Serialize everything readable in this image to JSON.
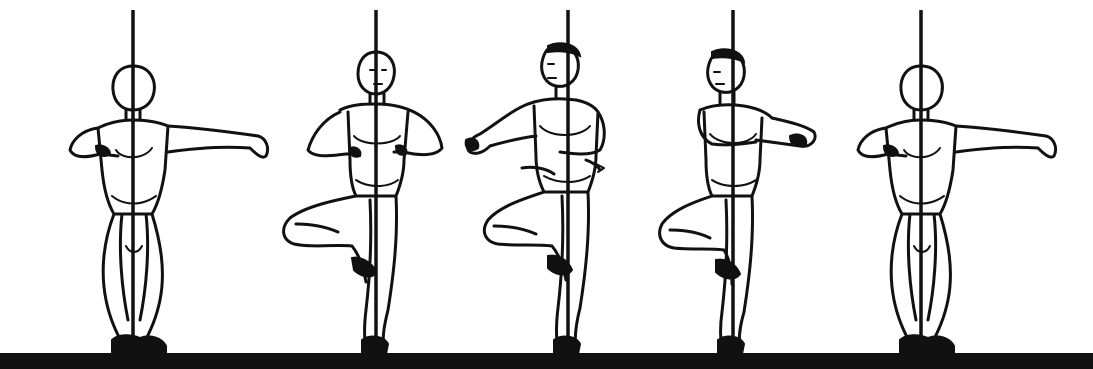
{
  "figure": {
    "subject": "pirouette-sequence",
    "frame_count": 5,
    "frames": [
      {
        "pose": "fifth-position-arms-second"
      },
      {
        "pose": "passe-facing-front"
      },
      {
        "pose": "passe-turning-side"
      },
      {
        "pose": "passe-turning-back"
      },
      {
        "pose": "fifth-position-arms-second"
      }
    ]
  },
  "colors": {
    "ink": "#111111",
    "paper": "#ffffff"
  }
}
